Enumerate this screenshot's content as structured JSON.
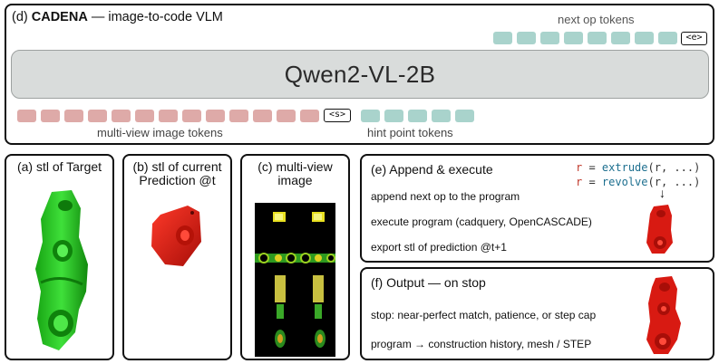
{
  "panel_d": {
    "tag": "(d)",
    "name": "CADENA",
    "sep": "—",
    "subtitle": "image-to-code VLM",
    "next_label": "next op tokens",
    "end_token": "<e>",
    "backbone": "Qwen2-VL-2B",
    "start_token": "<s>",
    "image_tokens_label": "multi-view image tokens",
    "hint_tokens_label": "hint point tokens"
  },
  "panel_a": {
    "title": "(a) stl of Target"
  },
  "panel_b": {
    "title_line1": "(b) stl of current",
    "title_line2": "Prediction @t"
  },
  "panel_c": {
    "title_line1": "(c) multi-view",
    "title_line2": "image"
  },
  "panel_e": {
    "title": "(e) Append & execute",
    "code": [
      {
        "lhs": "r",
        "op": " = ",
        "fn": "extrude",
        "args": "(r, ...)"
      },
      {
        "lhs": "r",
        "op": " = ",
        "fn": "revolve",
        "args": "(r, ...)"
      }
    ],
    "arrow": "↓",
    "lines": [
      "append next op to the program",
      "execute program (cadquery, OpenCASCADE)",
      "export stl of prediction @t+1"
    ]
  },
  "panel_f": {
    "title": "(f) Output — on stop",
    "lines": [
      "stop: near-perfect match, patience, or step cap",
      "program → construction history, mesh / STEP"
    ]
  },
  "colors": {
    "target_green": "#22c21c",
    "prediction_red": "#d81a12",
    "token_teal": "#a9d3cc",
    "token_pink": "#deaaa8",
    "backbone_gray": "#d9dcdb"
  }
}
